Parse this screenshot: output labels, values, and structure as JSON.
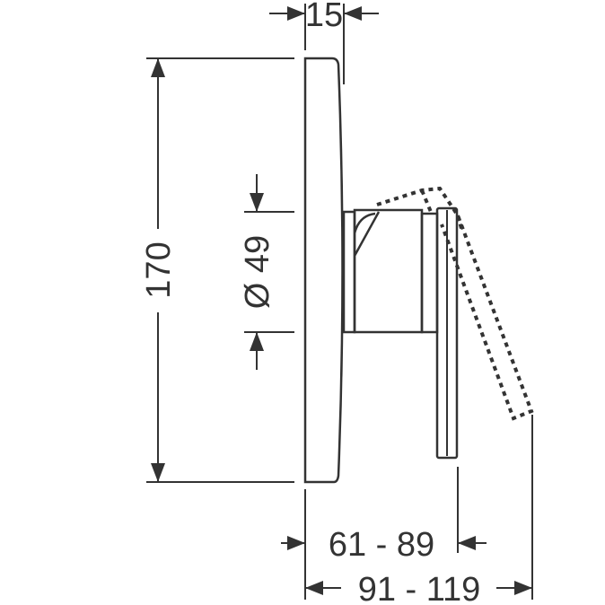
{
  "dimensions": {
    "depth_plate": "15",
    "height": "170",
    "diameter": "Ø 49",
    "projection_short": "61 - 89",
    "projection_long": "91 - 119"
  }
}
